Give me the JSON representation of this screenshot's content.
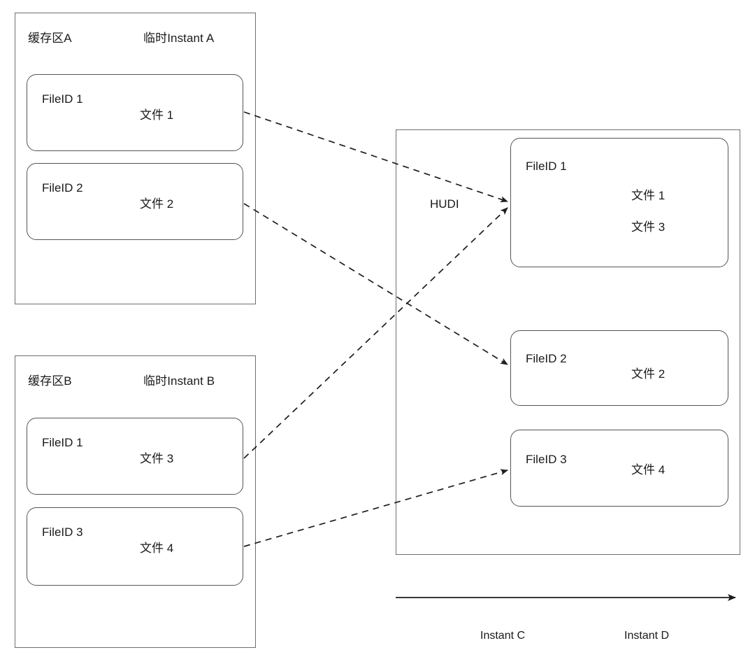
{
  "diagram": {
    "title_text": "HUDI",
    "zones": [
      {
        "name": "buffer-zone-a",
        "zone_label": "缓存区A",
        "instant_label": "临时Instant A",
        "cards": [
          {
            "file_id": "FileID 1",
            "files": [
              "文件 1"
            ]
          },
          {
            "file_id": "FileID 2",
            "files": [
              "文件 2"
            ]
          }
        ]
      },
      {
        "name": "buffer-zone-b",
        "zone_label": "缓存区B",
        "instant_label": "临时Instant B",
        "cards": [
          {
            "file_id": "FileID 1",
            "files": [
              "文件 3"
            ]
          },
          {
            "file_id": "FileID 3",
            "files": [
              "文件 4"
            ]
          }
        ]
      }
    ],
    "hudi": {
      "label": "HUDI",
      "cards": [
        {
          "file_id": "FileID 1",
          "files": [
            "文件 1",
            "文件 3"
          ]
        },
        {
          "file_id": "FileID 2",
          "files": [
            "文件 2"
          ]
        },
        {
          "file_id": "FileID 3",
          "files": [
            "文件 4"
          ]
        }
      ]
    },
    "timeline": {
      "ticks": [
        "Instant C",
        "Instant D"
      ]
    },
    "colors": {
      "stroke": "#1d1d1d",
      "box_border": "#6e6e6e",
      "card_border": "#555555",
      "background": "#ffffff",
      "text": "#1a1a1a"
    }
  }
}
